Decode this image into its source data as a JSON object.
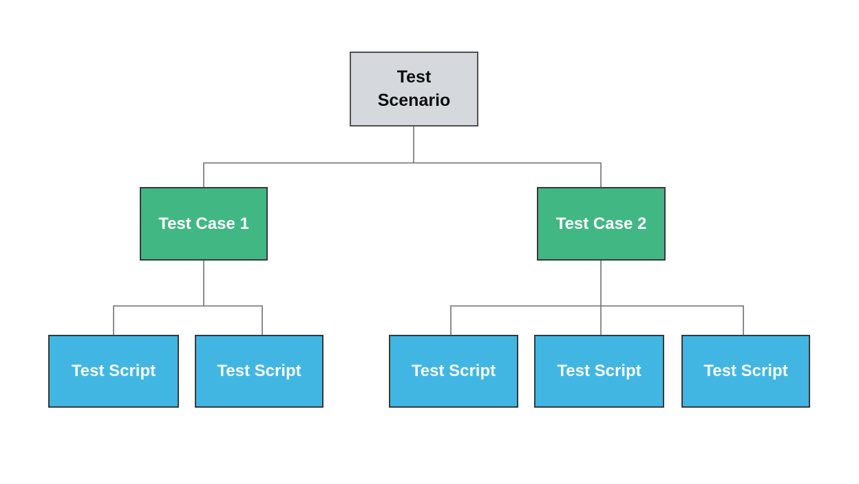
{
  "diagram": {
    "type": "tree",
    "description": "Test hierarchy flowchart: one Test Scenario contains two Test Cases; Test Case 1 has two Test Scripts, Test Case 2 has three Test Scripts",
    "nodes": {
      "scenario": {
        "label": "Test Scenario",
        "fill": "#d5d9dd",
        "text_color": "#0d0d0d"
      },
      "case1": {
        "label": "Test Case 1",
        "fill": "#41b784",
        "text_color": "#ffffff"
      },
      "case2": {
        "label": "Test Case 2",
        "fill": "#41b784",
        "text_color": "#ffffff"
      },
      "script1": {
        "label": "Test Script",
        "fill": "#41b6e2",
        "text_color": "#ffffff"
      },
      "script2": {
        "label": "Test Script",
        "fill": "#41b6e2",
        "text_color": "#ffffff"
      },
      "script3": {
        "label": "Test Script",
        "fill": "#41b6e2",
        "text_color": "#ffffff"
      },
      "script4": {
        "label": "Test Script",
        "fill": "#41b6e2",
        "text_color": "#ffffff"
      },
      "script5": {
        "label": "Test Script",
        "fill": "#41b6e2",
        "text_color": "#ffffff"
      }
    },
    "edges": [
      {
        "from": "scenario",
        "to": "case1"
      },
      {
        "from": "scenario",
        "to": "case2"
      },
      {
        "from": "case1",
        "to": "script1"
      },
      {
        "from": "case1",
        "to": "script2"
      },
      {
        "from": "case2",
        "to": "script3"
      },
      {
        "from": "case2",
        "to": "script4"
      },
      {
        "from": "case2",
        "to": "script5"
      }
    ],
    "colors": {
      "background": "#ffffff",
      "node_border": "#383838",
      "connector": "#6f6f6f"
    }
  }
}
